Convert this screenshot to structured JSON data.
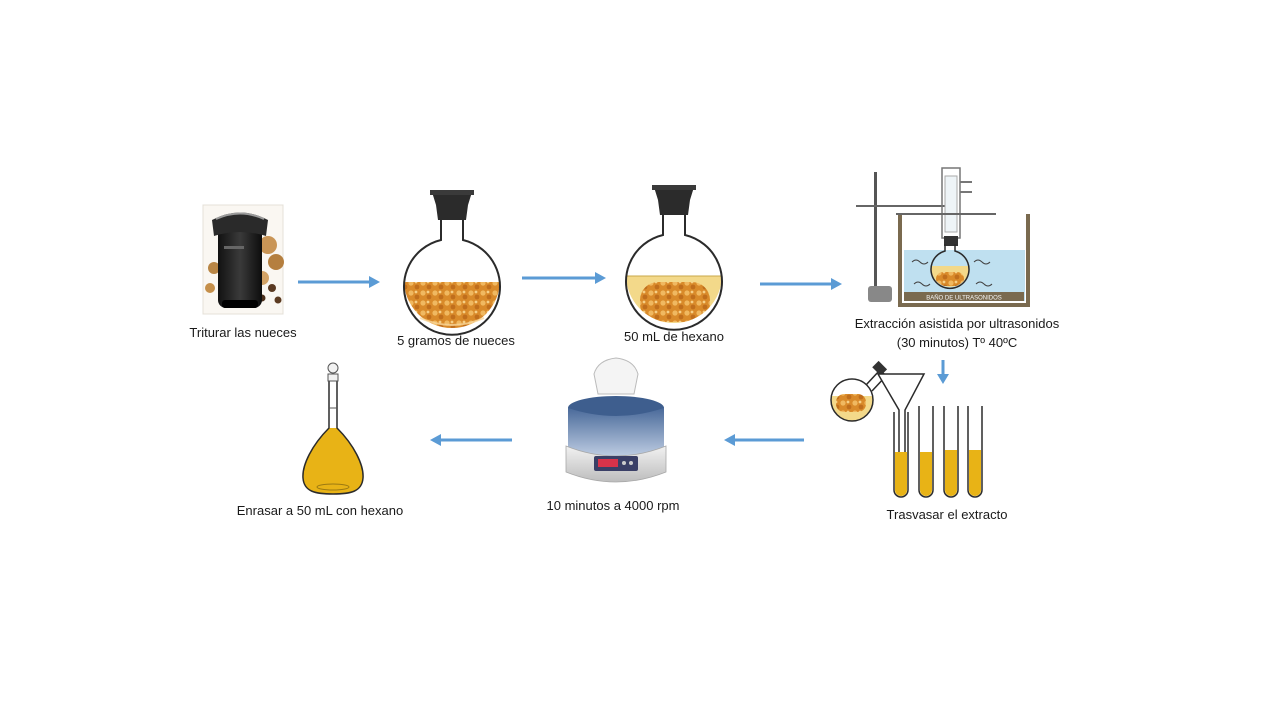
{
  "steps": [
    {
      "id": "grind",
      "label": "Triturar las nueces"
    },
    {
      "id": "weigh",
      "label": "5 gramos de nueces"
    },
    {
      "id": "solvent",
      "label": "50 mL de hexano"
    },
    {
      "id": "ultrasound",
      "label_line1": "Extracción asistida por ultrasonidos",
      "label_line2": "(30 minutos) Tº 40ºC",
      "bath_label": "BAÑO DE ULTRASONIDOS"
    },
    {
      "id": "transfer",
      "label": "Trasvasar el extracto"
    },
    {
      "id": "centrifuge",
      "label": "10 minutos a 4000 rpm"
    },
    {
      "id": "dilute",
      "label": "Enrasar a 50 mL con hexano"
    }
  ],
  "colors": {
    "arrow": "#5b9bd5",
    "hexane": "#f3d98a",
    "extract": "#e8b316",
    "nuts": "#e39a3a",
    "water": "#bfe0f0",
    "bath_wall": "#7a6a4f",
    "flask_glass": "#333333",
    "centrifuge_body": "#8ea5c4",
    "centrifuge_base": "#e6e6e6"
  },
  "icons": [
    "grinder-icon",
    "round-flask-icon",
    "ultrasonic-bath-icon",
    "funnel-tubes-icon",
    "centrifuge-icon",
    "volumetric-flask-icon",
    "arrow-icon"
  ]
}
